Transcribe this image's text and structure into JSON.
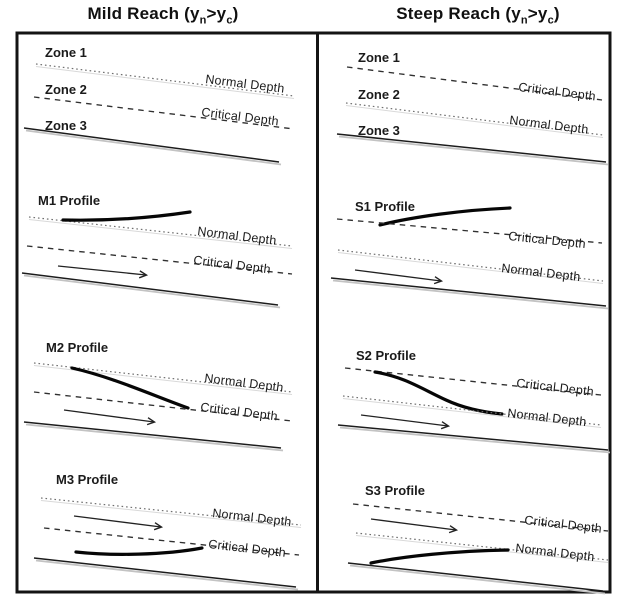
{
  "titles": {
    "mild": {
      "pre": "Mild Reach (y",
      "sub_n": "n",
      "mid": ">y",
      "sub_c": "c",
      "post": ")"
    },
    "steep": {
      "pre": "Steep Reach (y",
      "sub_n": "n",
      "mid": ">y",
      "sub_c": "c",
      "post": ")"
    }
  },
  "labels": {
    "zone1": "Zone 1",
    "zone2": "Zone 2",
    "zone3": "Zone 3",
    "normal_depth": "Normal Depth",
    "critical_depth": "Critical Depth",
    "m1": "M1 Profile",
    "m2": "M2 Profile",
    "m3": "M3 Profile",
    "s1": "S1 Profile",
    "s2": "S2 Profile",
    "s3": "S3 Profile"
  },
  "colors": {
    "background": "#ffffff",
    "ink": "#1b1b1b",
    "frame": "#141414",
    "normal_depth_line": "#6f6f6f",
    "critical_depth_line": "#303030",
    "bed_line": "#1c1c1c",
    "scan_shadow": "#c3c3c3",
    "profile_curve": "#060606"
  }
}
